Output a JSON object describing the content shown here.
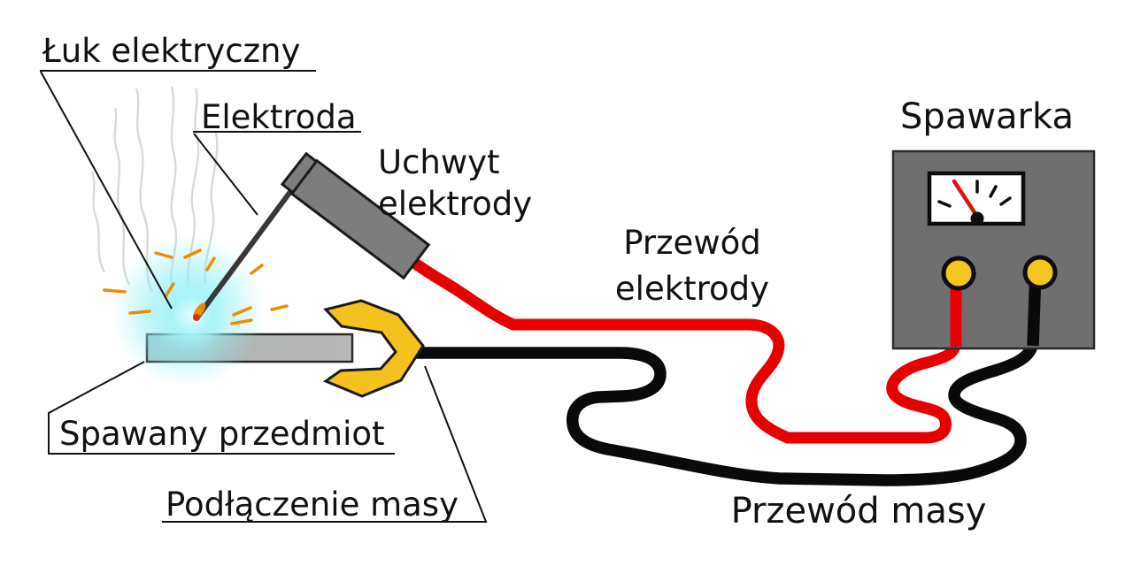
{
  "labels": {
    "arc": "Łuk elektryczny",
    "electrode": "Elektroda",
    "holder_line1": "Uchwyt",
    "holder_line2": "elektrody",
    "welder": "Spawarka",
    "electrode_cable_line1": "Przewód",
    "electrode_cable_line2": "elektrody",
    "workpiece": "Spawany przedmiot",
    "ground_connection": "Podłączenie masy",
    "ground_cable": "Przewód masy"
  },
  "colors": {
    "electrode_cable": "#e70000",
    "ground_cable": "#0a0a0a",
    "clamp": "#f5c11d",
    "terminal": "#f6c41f",
    "machine_body": "#6f6f6f",
    "holder": "#7d7d7d",
    "workpiece_base": "#b4b4b4",
    "smoke": "#ced2d6",
    "arc_glow": "#8feef7",
    "spark": "#f08c00",
    "needle": "#e01010",
    "line": "#111111"
  }
}
